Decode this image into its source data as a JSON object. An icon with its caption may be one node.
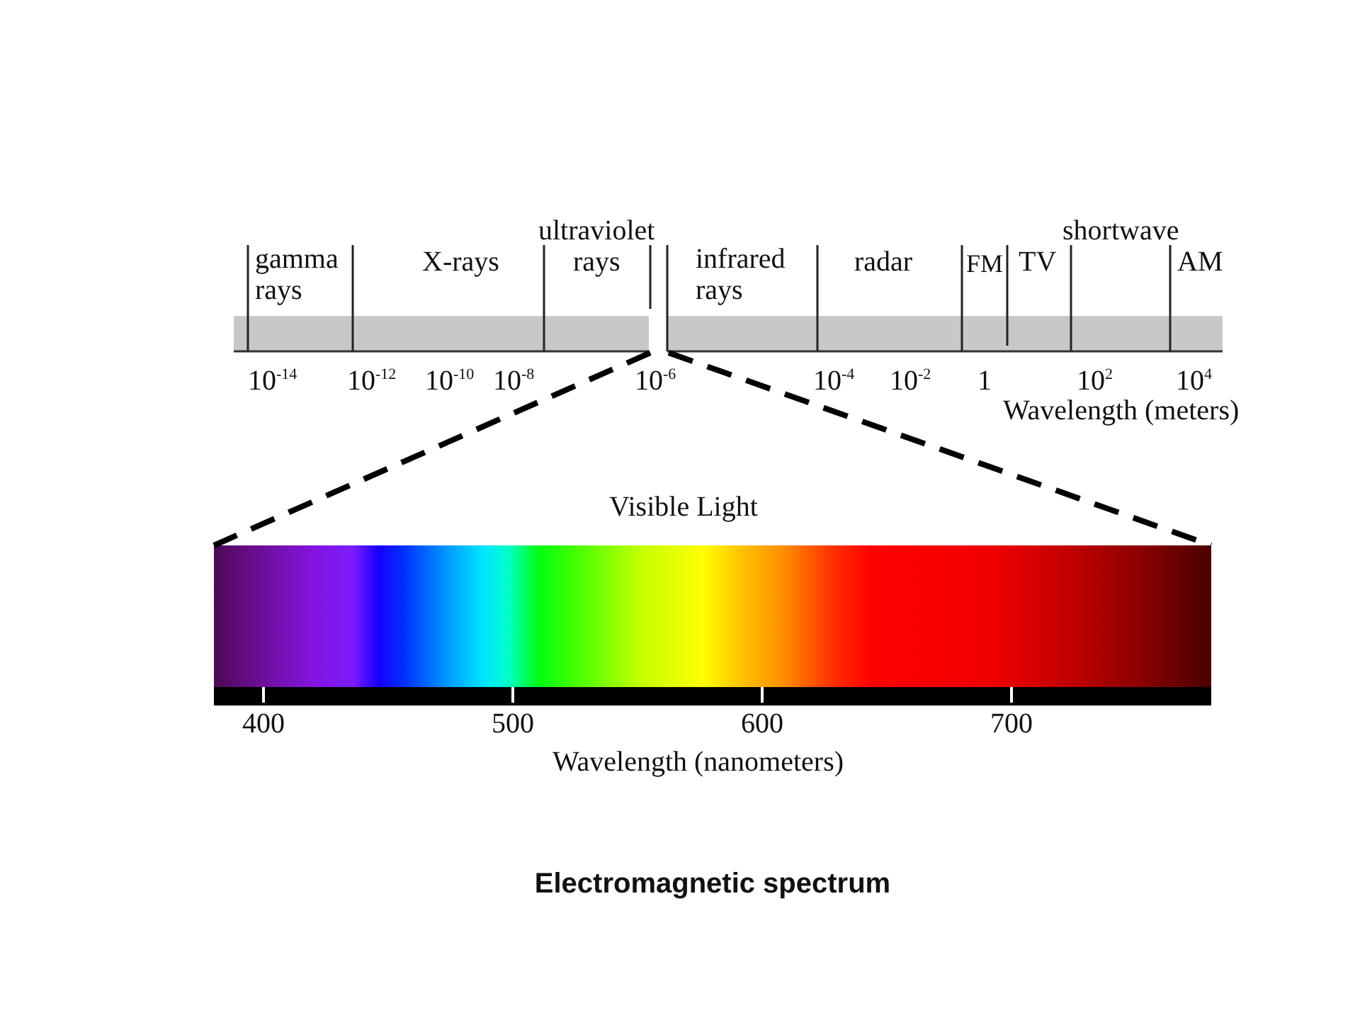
{
  "diagram": {
    "caption": "Electromagnetic spectrum",
    "nodes": [
      {
        "text": [],
        "shape": "bar"
      },
      {
        "text": [
          "Visible Light"
        ]
      }
    ],
    "edges": [
      {
        "from": 0,
        "to": 1,
        "arrow": "none",
        "style": "dashed"
      },
      {
        "from": 0,
        "to": 1,
        "arrow": "none",
        "style": "dashed"
      }
    ],
    "labels": [
      "gamma rays",
      "X-rays",
      "ultraviolet rays",
      "infrared rays",
      "radar",
      "FM",
      "TV",
      "shortwave",
      "AM",
      "10$^{-14}$",
      "10$^{-12}$",
      "10$^{-10}$",
      "10$^{-8}$",
      "10$^{-6}$",
      "10$^{-4}$",
      "10$^{-2}$",
      "1",
      "10$^{2}$",
      "10$^{4}$",
      "Wavelength (meters)",
      "400",
      "500",
      "600",
      "700",
      "Wavelength (nanometers)"
    ]
  }
}
